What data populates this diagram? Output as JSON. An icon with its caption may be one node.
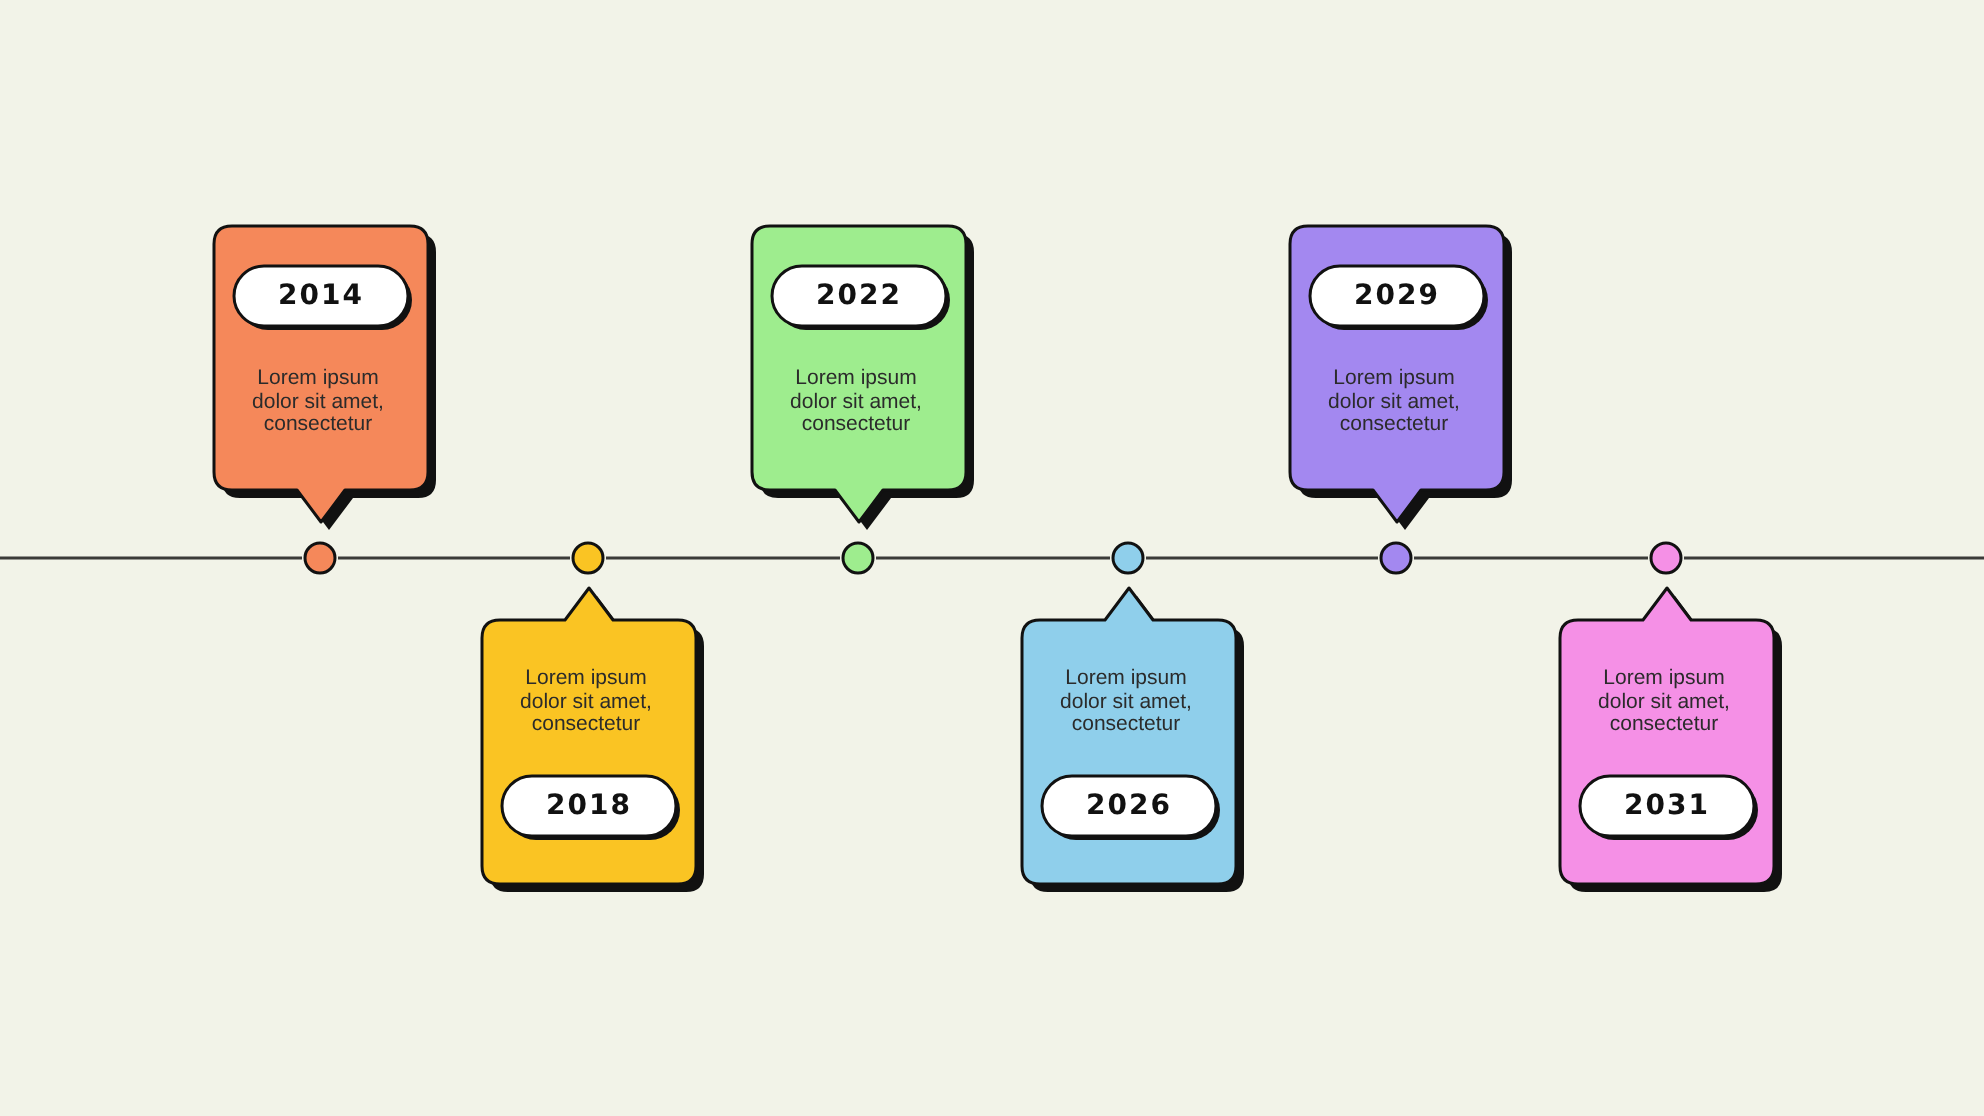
{
  "diagram": {
    "nodes": [
      {
        "text": [
          "Lorem ipsum dolor sit amet, consectetur"
        ]
      },
      {
        "text": [
          "2014"
        ],
        "in": 0
      },
      {
        "text": [
          "Lorem ipsum dolor sit amet, consectetur"
        ]
      },
      {
        "text": [
          "2018"
        ],
        "in": 2
      },
      {
        "text": [
          "Lorem ipsum dolor sit amet, consectetur"
        ]
      },
      {
        "text": [
          "2022"
        ],
        "in": 4
      },
      {
        "text": [
          "Lorem ipsum dolor sit amet, consectetur"
        ]
      },
      {
        "text": [
          "2026"
        ],
        "in": 6
      },
      {
        "text": [
          "Lorem ipsum dolor sit amet, consectetur"
        ]
      },
      {
        "text": [
          "2029"
        ],
        "in": 8
      },
      {
        "text": [
          "Lorem ipsum dolor sit amet, consectetur"
        ]
      },
      {
        "text": [
          "2031"
        ],
        "in": 10
      },
      {
        "text": [],
        "shape": "circle"
      },
      {
        "text": [],
        "shape": "circle"
      },
      {
        "text": [],
        "shape": "circle"
      },
      {
        "text": [],
        "shape": "circle"
      },
      {
        "text": [],
        "shape": "circle"
      },
      {
        "text": [],
        "shape": "circle"
      }
    ],
    "edges": [
      {
        "from": null,
        "to": 12,
        "arrow": "none"
      },
      {
        "from": 12,
        "to": 13,
        "arrow": "none"
      },
      {
        "from": 13,
        "to": 14,
        "arrow": "none"
      },
      {
        "from": 14,
        "to": 15,
        "arrow": "none"
      },
      {
        "from": 15,
        "to": 16,
        "arrow": "none"
      },
      {
        "from": 16,
        "to": 17,
        "arrow": "none"
      },
      {
        "from": 17,
        "to": null,
        "arrow": "none"
      }
    ]
  }
}
